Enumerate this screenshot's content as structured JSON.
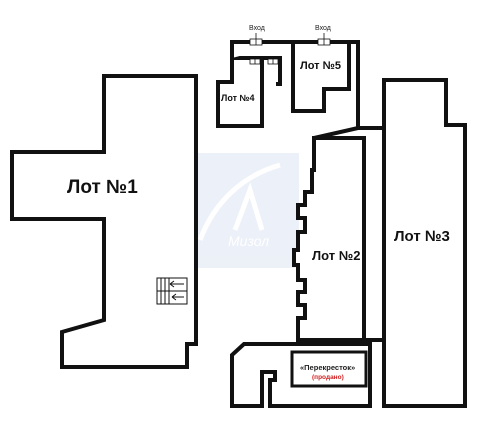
{
  "plan": {
    "lots": [
      {
        "id": "lot1",
        "label": "Лот №1"
      },
      {
        "id": "lot2",
        "label": "Лот №2"
      },
      {
        "id": "lot3",
        "label": "Лот №3"
      },
      {
        "id": "lot4",
        "label": "Лот №4"
      },
      {
        "id": "lot5",
        "label": "Лот №5"
      }
    ],
    "entrances": [
      {
        "label": "Вход"
      },
      {
        "label": "Вход"
      }
    ],
    "store": {
      "name": "«Перекресток»",
      "status": "(продано)",
      "status_color": "#d21f1f"
    },
    "watermark": "Мизол"
  }
}
